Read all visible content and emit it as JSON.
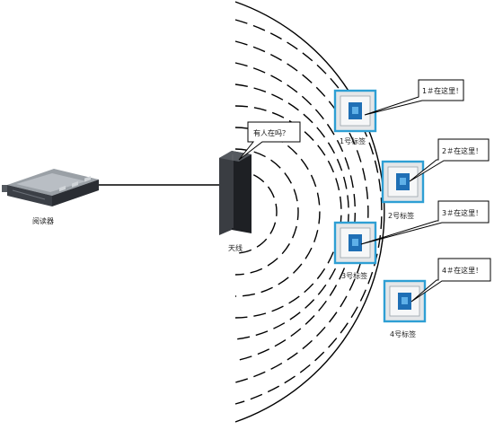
{
  "reader": {
    "label": "阅读器",
    "icon": "rfid-reader-icon"
  },
  "antenna": {
    "label": "天线",
    "icon": "antenna-panel-icon",
    "query": "有人在吗？"
  },
  "tags": [
    {
      "label": "1号标签",
      "reply": "1＃在这里！",
      "icon": "rfid-tag-icon"
    },
    {
      "label": "2号标签",
      "reply": "2＃在这里！",
      "icon": "rfid-tag-icon"
    },
    {
      "label": "3号标签",
      "reply": "3＃在这里！",
      "icon": "rfid-tag-icon"
    },
    {
      "label": "4号标签",
      "reply": "4＃在这里！",
      "icon": "rfid-tag-icon"
    }
  ],
  "colors": {
    "tag_frame": "#2e9fd4",
    "tag_chip": "#1f6fb5",
    "line": "#000000",
    "device": "#2a2d33"
  }
}
